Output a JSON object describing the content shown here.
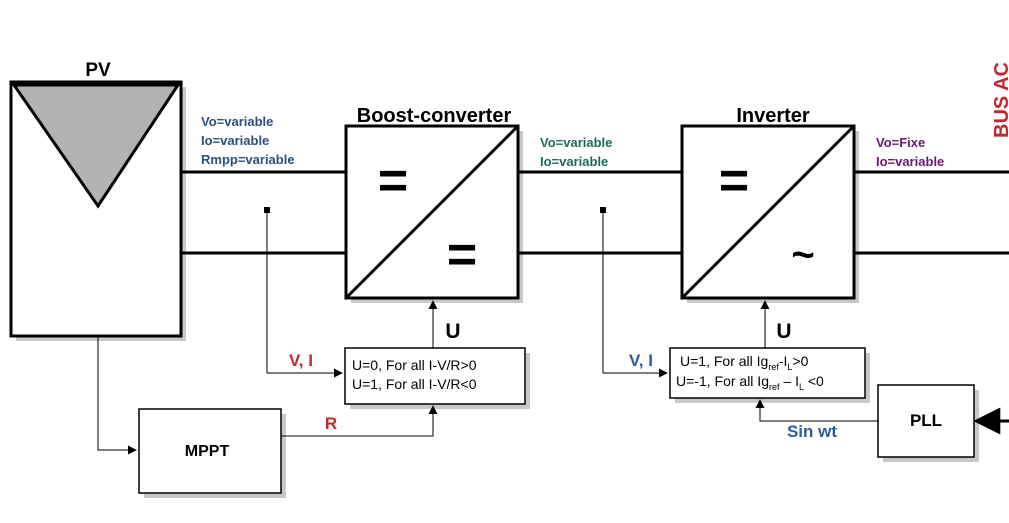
{
  "blocks": {
    "pv": "PV",
    "boost": "Boost-converter",
    "inverter": "Inverter",
    "mppt": "MPPT",
    "pll": "PLL",
    "bus": "BUS AC"
  },
  "symbols": {
    "dc": "=",
    "ac": "~"
  },
  "annotations": {
    "pv_out": [
      "Vo=variable",
      "Io=variable",
      "Rmpp=variable"
    ],
    "boost_out": [
      "Vo=variable",
      "Io=variable"
    ],
    "inverter_out": [
      "Vo=Fixe",
      "Io=variable"
    ]
  },
  "signals": {
    "u": "U",
    "vi": "V, I",
    "r": "R",
    "sin": "Sin wt"
  },
  "controllers": {
    "boost_line1": "U=0, For all I-V/R>0",
    "boost_line2": "U=1, For all I-V/R<0",
    "inv_line1": {
      "a": "U=1, For all Ig",
      "sub1": "ref",
      "b": "-I",
      "sub2": "L",
      "c": ">0"
    },
    "inv_line2": {
      "a": "U=-1, For all Ig",
      "sub1": "ref",
      "b": " – I",
      "sub2": "L",
      "c": " <0"
    }
  },
  "colors": {
    "pv_annot": "#2c4f7c",
    "boost_annot": "#1e6b5c",
    "inv_annot": "#6b1a6b",
    "red": "#c0282d",
    "blue": "#2b5d9a",
    "shadow": "#c8c8c8",
    "triangle": "#b3b3b3"
  }
}
